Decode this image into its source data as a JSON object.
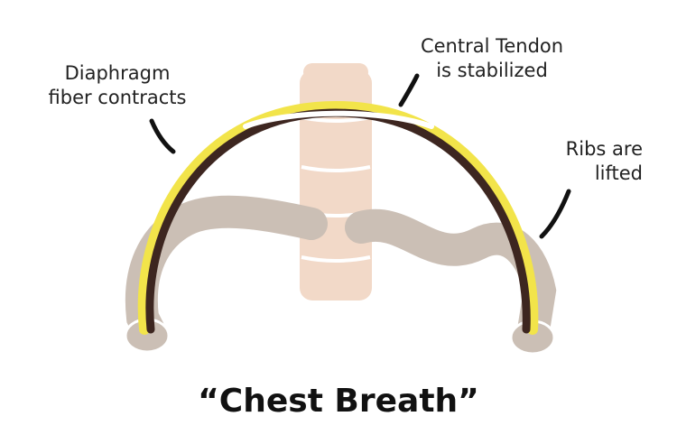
{
  "labels": {
    "diaphragm": [
      "Diaphragm",
      "fiber contracts"
    ],
    "tendon": [
      "Central Tendon",
      "is stabilized"
    ],
    "ribs": [
      "Ribs are",
      "lifted"
    ]
  },
  "caption": "“Chest Breath”",
  "colors": {
    "spine": "#f2d9c8",
    "spine_line": "#ffffff",
    "ribs": "#cbbfb5",
    "diaphragm": "#3d2620",
    "tendon": "#ffffff",
    "glow": "#f2e44a",
    "text": "#222222"
  }
}
